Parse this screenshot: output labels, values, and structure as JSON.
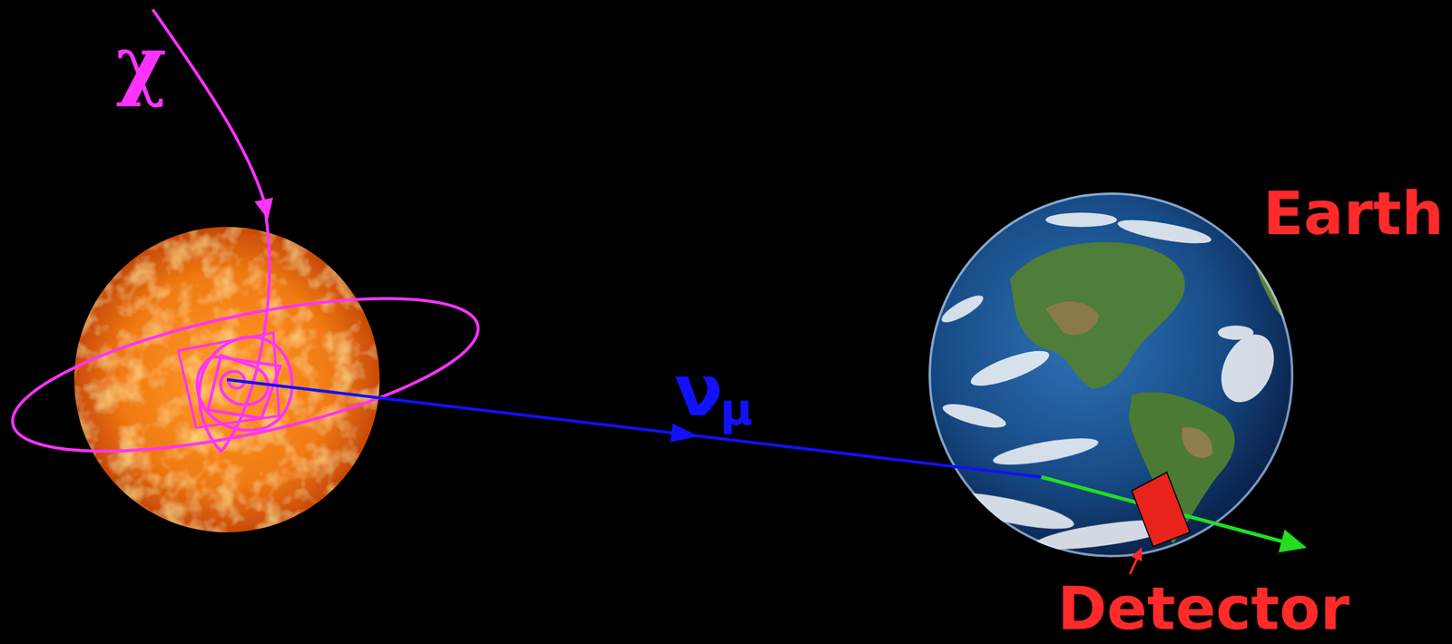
{
  "diagram": {
    "nodes": [
      {
        "text": [
          "Earth"
        ]
      },
      {
        "text": [
          "Detector"
        ],
        "in": 0
      }
    ],
    "labels": [
      "χ",
      "ν",
      "μ"
    ]
  }
}
